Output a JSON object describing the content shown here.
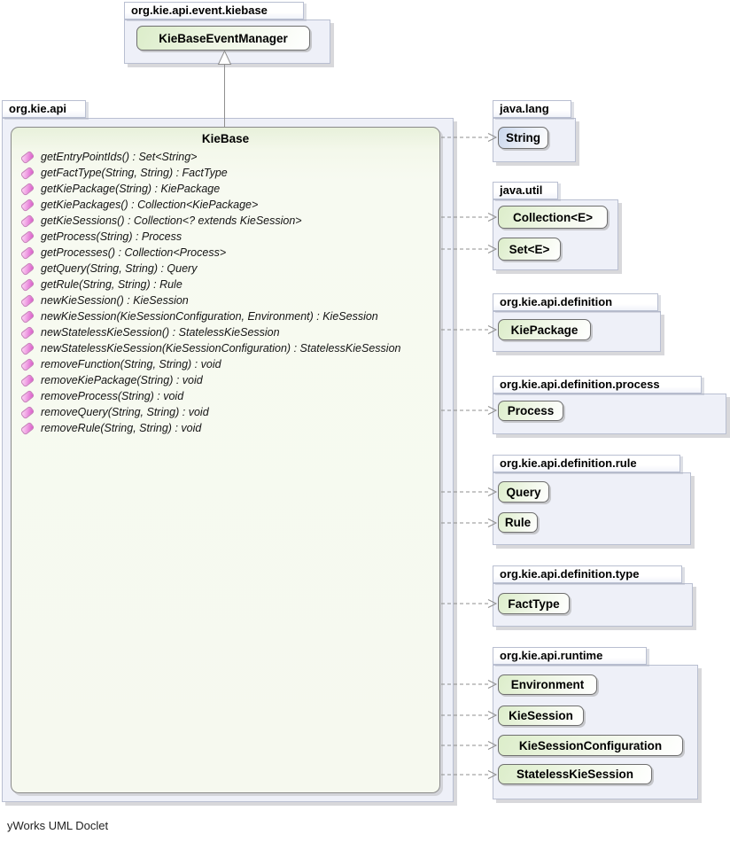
{
  "diagram": {
    "tool_credit": "yWorks UML Doclet",
    "colors": {
      "package_fill": "#eef0f8",
      "package_border": "#b9bfd1",
      "interface_gradient_green": "#dcedca",
      "class_gradient_blue": "#c9d6ec",
      "box_border": "#8a8a8a",
      "arrow_gray": "#8f8f8f",
      "method_icon_pink": "#e36fd6"
    }
  },
  "top_package": {
    "name": "org.kie.api.event.kiebase",
    "classes": [
      "KieBaseEventManager"
    ]
  },
  "main_package": {
    "name": "org.kie.api",
    "class": {
      "name": "KieBase",
      "methods": [
        "getEntryPointIds() : Set<String>",
        "getFactType(String, String) : FactType",
        "getKiePackage(String) : KiePackage",
        "getKiePackages() : Collection<KiePackage>",
        "getKieSessions() : Collection<? extends KieSession>",
        "getProcess(String) : Process",
        "getProcesses() : Collection<Process>",
        "getQuery(String, String) : Query",
        "getRule(String, String) : Rule",
        "newKieSession() : KieSession",
        "newKieSession(KieSessionConfiguration, Environment) : KieSession",
        "newStatelessKieSession() : StatelessKieSession",
        "newStatelessKieSession(KieSessionConfiguration) : StatelessKieSession",
        "removeFunction(String, String) : void",
        "removeKiePackage(String) : void",
        "removeProcess(String) : void",
        "removeQuery(String, String) : void",
        "removeRule(String, String) : void"
      ]
    }
  },
  "right_packages": [
    {
      "name": "java.lang",
      "classes": [
        "String"
      ]
    },
    {
      "name": "java.util",
      "classes": [
        "Collection<E>",
        "Set<E>"
      ]
    },
    {
      "name": "org.kie.api.definition",
      "classes": [
        "KiePackage"
      ]
    },
    {
      "name": "org.kie.api.definition.process",
      "classes": [
        "Process"
      ]
    },
    {
      "name": "org.kie.api.definition.rule",
      "classes": [
        "Query",
        "Rule"
      ]
    },
    {
      "name": "org.kie.api.definition.type",
      "classes": [
        "FactType"
      ]
    },
    {
      "name": "org.kie.api.runtime",
      "classes": [
        "Environment",
        "KieSession",
        "KieSessionConfiguration",
        "StatelessKieSession"
      ]
    }
  ]
}
